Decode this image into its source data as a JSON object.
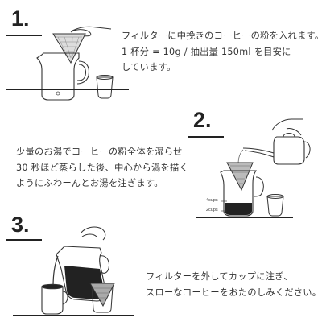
{
  "steps": [
    {
      "number": "1.",
      "lines": [
        "フィルターに中挽きのコーヒーの粉を入れます。",
        "1 杯分 = 10g / 抽出量 150ml を目安に",
        "しています。"
      ]
    },
    {
      "number": "2.",
      "lines": [
        "少量のお湯でコーヒーの粉全体を湿らせ",
        "30 秒ほど蒸らした後、中心から渦を描く",
        "ようにふわーんとお湯を注ぎます。"
      ],
      "cup_labels": [
        "4cups",
        "2cups"
      ]
    },
    {
      "number": "3.",
      "lines": [
        "フィルターを外してカップに注ぎ、",
        "スローなコーヒーをおたのしみください。"
      ]
    }
  ]
}
